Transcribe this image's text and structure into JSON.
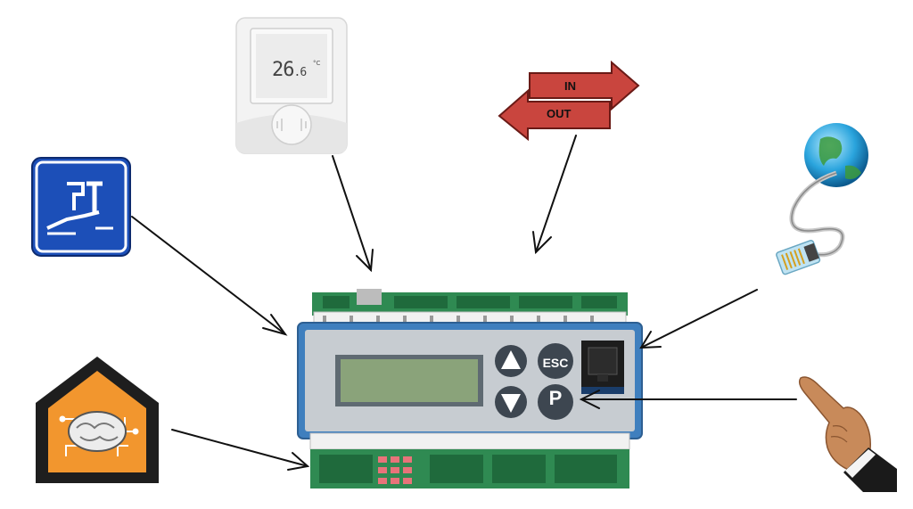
{
  "thermostat": {
    "temp_main": "26",
    "temp_decimal": ".6",
    "unit": "°C"
  },
  "io": {
    "in_label": "IN",
    "out_label": "OUT"
  },
  "controller": {
    "esc_label": "ESC",
    "p_label": "P"
  },
  "icons": [
    "level-sensor-icon",
    "smart-home-brain-icon",
    "thermostat-icon",
    "in-out-arrows-icon",
    "globe-network-cable-icon",
    "pointing-hand-icon"
  ],
  "colors": {
    "sign_blue": "#1c4fb8",
    "arrow_red": "#c9453e",
    "house_orange": "#f2962e",
    "lcd_green": "#8aa37a",
    "button_gray": "#3d4650"
  }
}
